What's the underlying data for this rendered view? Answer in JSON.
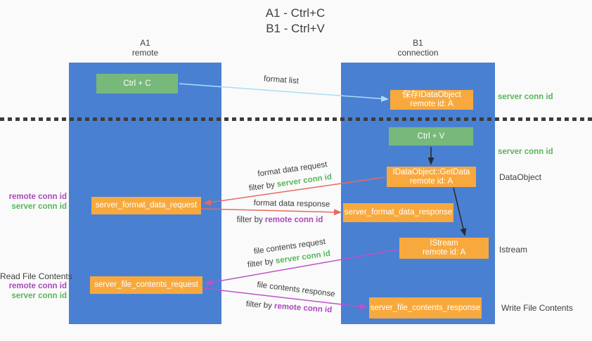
{
  "title": {
    "line1": "A1 - Ctrl+C",
    "line2": "B1 - Ctrl+V"
  },
  "lanes": {
    "left": {
      "name": "A1",
      "role": "remote"
    },
    "right": {
      "name": "B1",
      "role": "connection"
    }
  },
  "boxes": {
    "ctrl_c": {
      "label": "Ctrl + C"
    },
    "ctrl_v": {
      "label": "Ctrl + V"
    },
    "save_idataobject": {
      "line1": "保存IDataObject",
      "line2": "remote id: A"
    },
    "getdata": {
      "line1": "IDataObject::GetData",
      "line2": "remote id: A"
    },
    "istream": {
      "line1": "IStream",
      "line2": "remote id: A"
    },
    "format_request": {
      "label": "server_format_data_request"
    },
    "format_response": {
      "label": "server_format_data_response"
    },
    "file_request": {
      "label": "server_file_contents_request"
    },
    "file_response": {
      "label": "server_file_contents_response"
    }
  },
  "arrow_labels": {
    "format_list": "format list",
    "format_data_request": "format data request",
    "format_data_response": "format data response",
    "file_contents_request": "file contents request",
    "file_contents_response": "file contents response",
    "filter_by_1": "filter by ",
    "filter_by_2": "filter by ",
    "filter_by_3": "filter by ",
    "filter_by_4": "filter by ",
    "server_conn_id_1": "server conn id",
    "server_conn_id_2": "server conn id",
    "remote_conn_id_1": "remote conn id",
    "remote_conn_id_2": "remote conn id"
  },
  "side_labels": {
    "server_conn_id_top": "server conn id",
    "server_conn_id_mid": "server conn id",
    "dataobject": "DataObject",
    "istream": "Istream",
    "write_file_contents": "Write File Contents",
    "read_file_contents": "Read File Contents",
    "left1_remote_conn_id": "remote conn id",
    "left1_server_conn_id": "server conn id",
    "left2_remote_conn_id": "remote conn id",
    "left2_server_conn_id": "server conn id"
  },
  "colors": {
    "lane_blue": "#4a80d2",
    "box_orange": "#f8a93d",
    "box_green": "#76b97a",
    "green_text": "#58b55c",
    "purple_text": "#ab47bc",
    "arrow_red": "#e8695f",
    "arrow_magenta": "#bf52c8",
    "arrow_light_blue": "#aedcf7",
    "arrow_black": "#2b2b2b"
  }
}
